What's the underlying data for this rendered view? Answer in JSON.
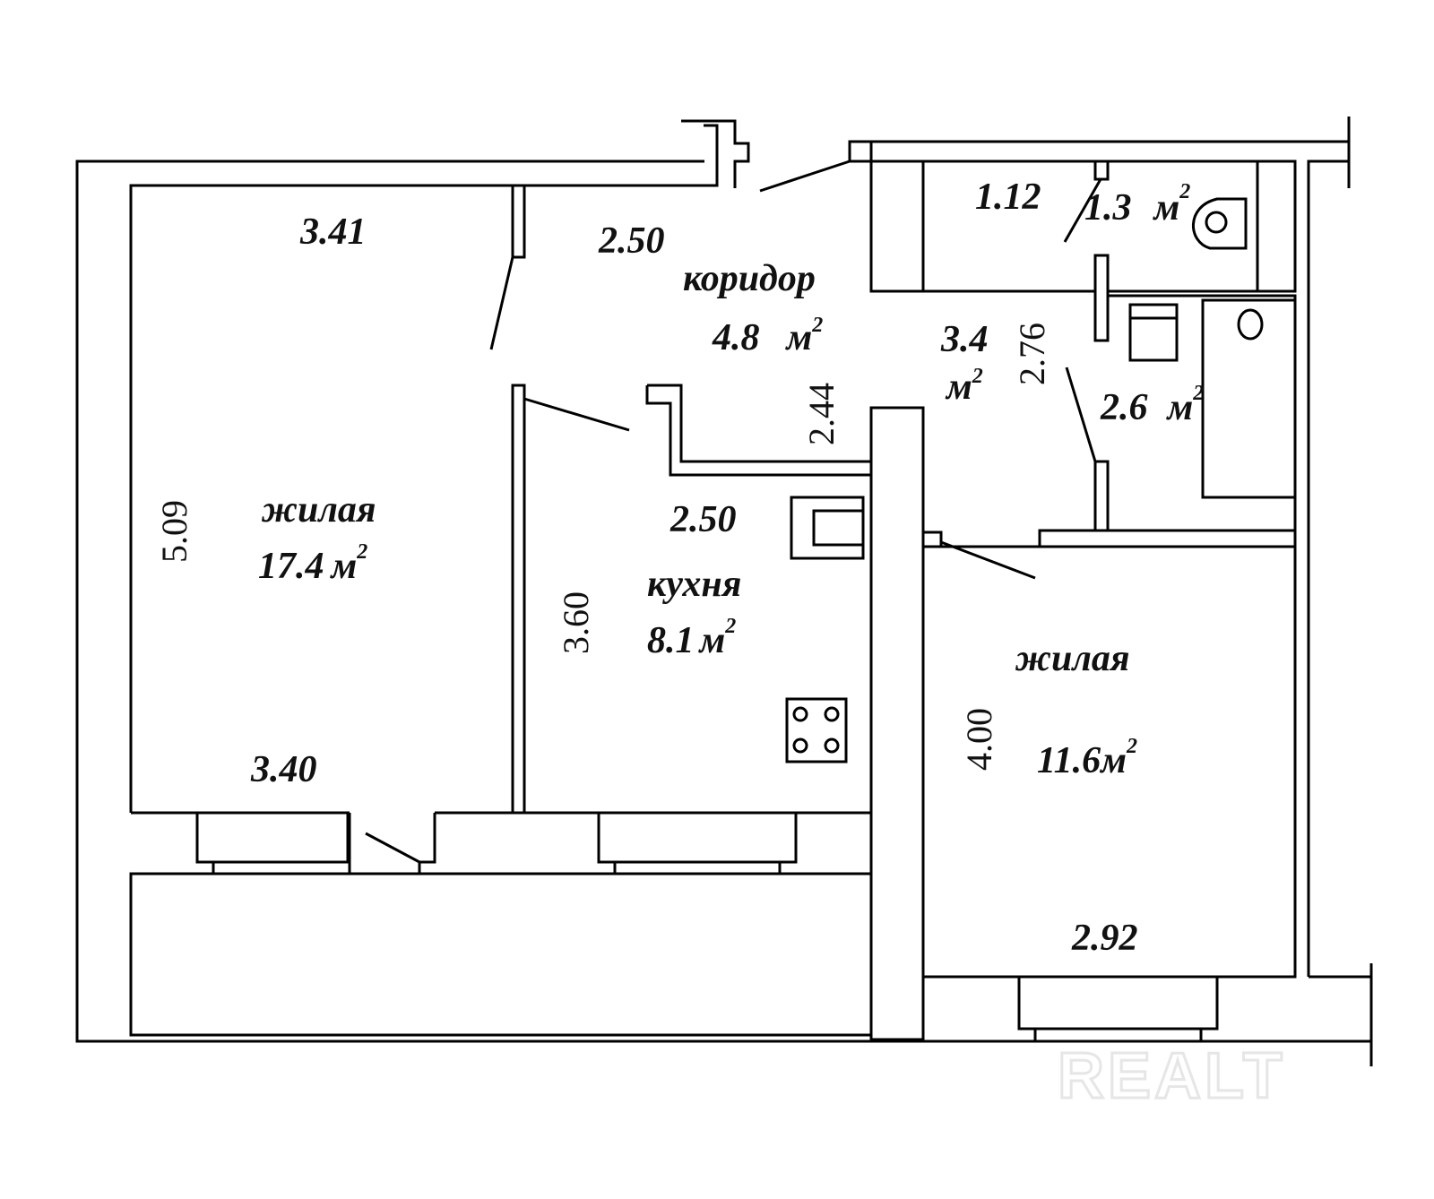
{
  "unit": "м",
  "sup": "2",
  "rooms": {
    "living_left": {
      "name": "жилая",
      "area": "17.4"
    },
    "corridor": {
      "name": "коридор",
      "area": "4.8"
    },
    "hall": {
      "area": "3.4"
    },
    "kitchen": {
      "name": "кухня",
      "area": "8.1"
    },
    "living_right": {
      "name": "жилая",
      "area": "11.6"
    },
    "toilet": {
      "area": "1.3"
    },
    "bathroom": {
      "area": "2.6"
    }
  },
  "dimensions": {
    "d341": "3.41",
    "d250_top": "2.50",
    "d112": "1.12",
    "d509": "5.09",
    "d244": "2.44",
    "d276": "2.76",
    "d250_kitchen": "2.50",
    "d360": "3.60",
    "d340": "3.40",
    "d400": "4.00",
    "d292": "2.92"
  },
  "watermark": "REALT"
}
